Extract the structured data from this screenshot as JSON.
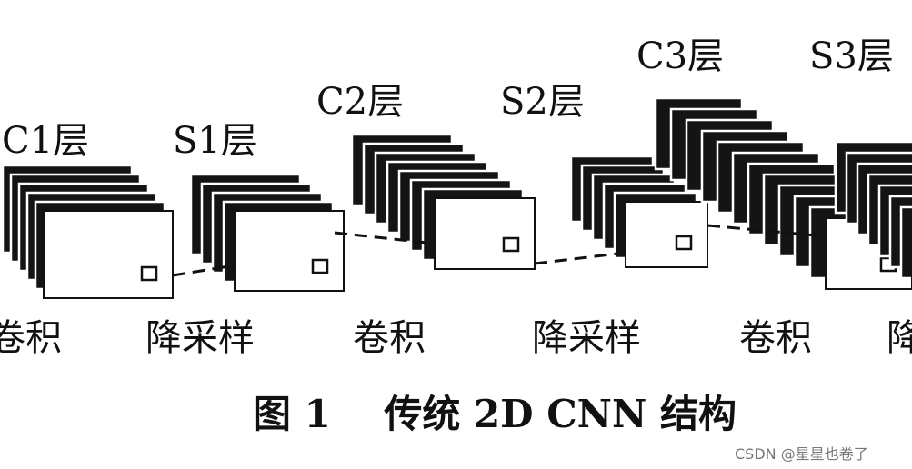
{
  "layers": [
    {
      "label": "C1层"
    },
    {
      "label": "S1层"
    },
    {
      "label": "C2层"
    },
    {
      "label": "S2层"
    },
    {
      "label": "C3层"
    },
    {
      "label": "S3层"
    }
  ],
  "operations": [
    "卷积",
    "降采样",
    "卷积",
    "降采样",
    "卷积",
    "降"
  ],
  "caption": "图 1    传统 2D CNN 结构",
  "watermark": "CSDN @星星也卷了"
}
